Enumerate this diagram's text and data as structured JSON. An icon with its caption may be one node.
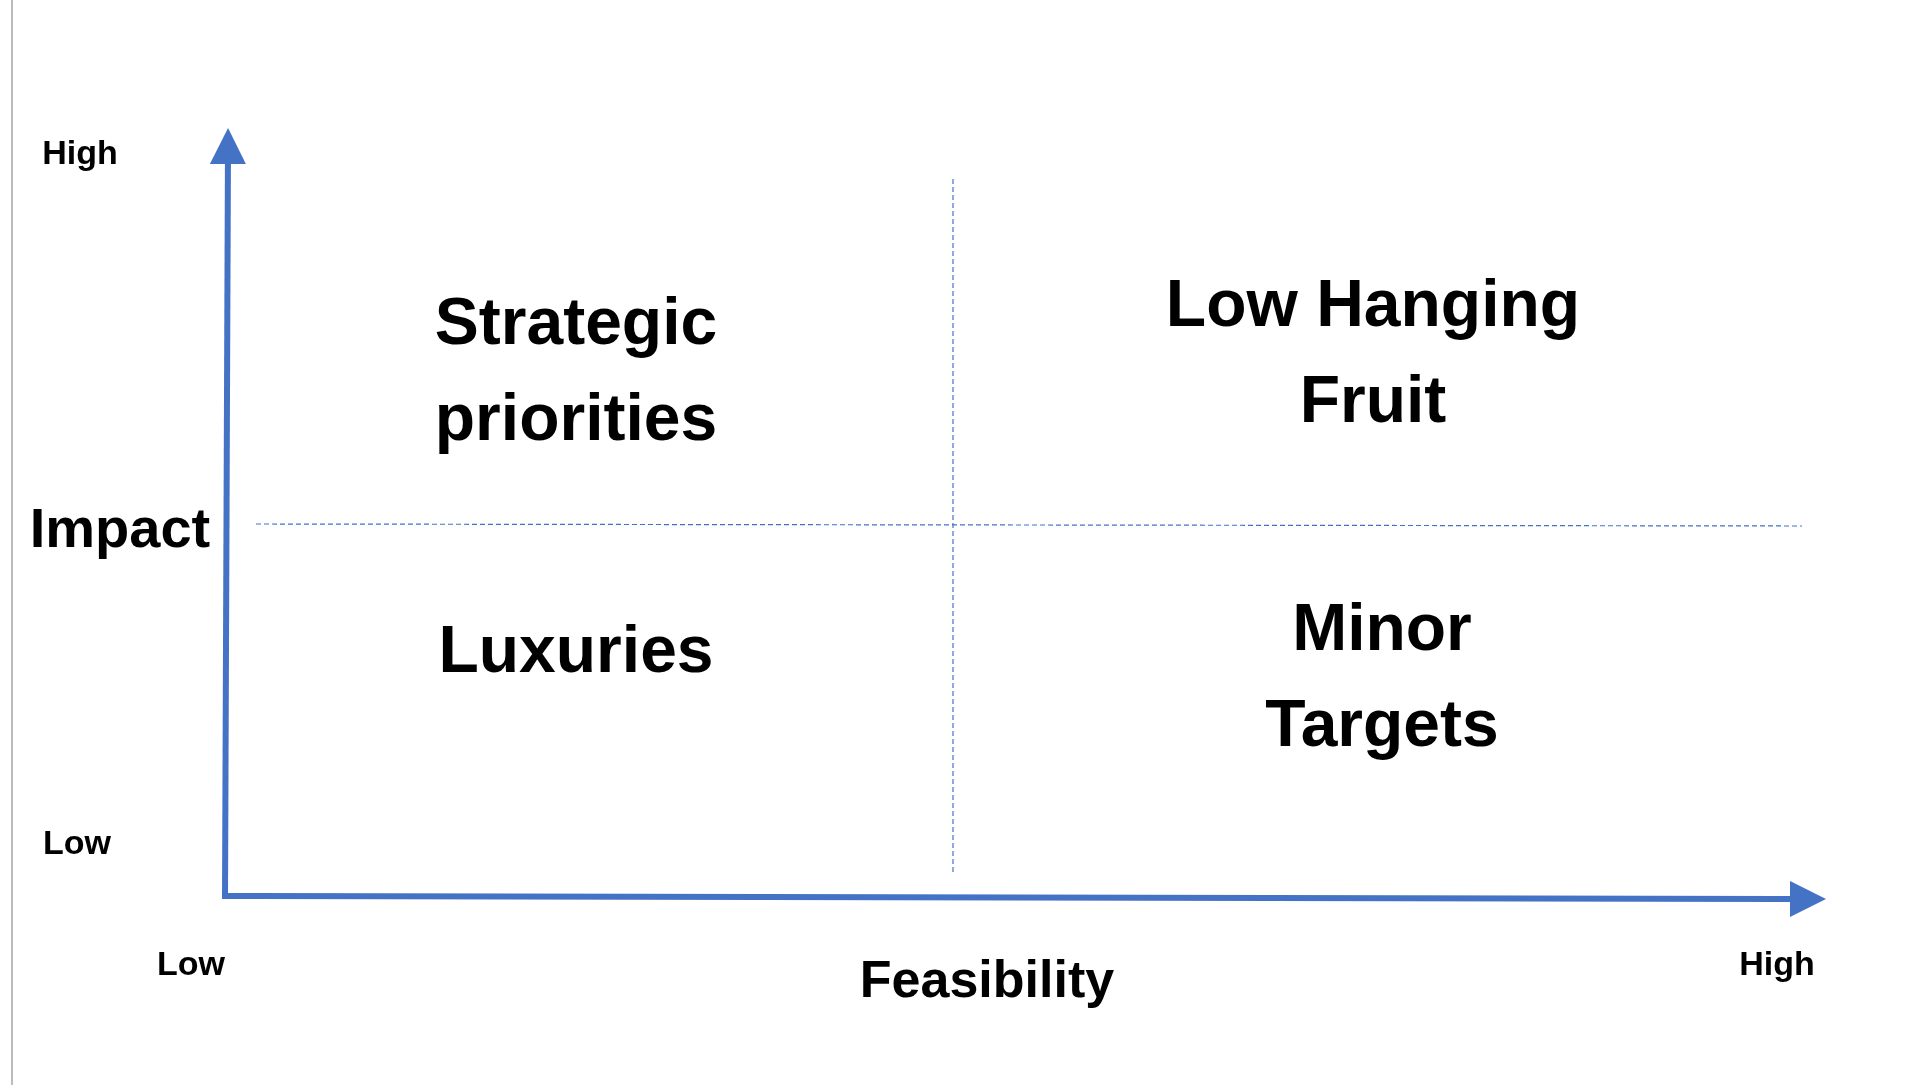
{
  "diagram": {
    "labels": [
      "High",
      "Impact",
      "Low",
      "Strategic priorities",
      "Low Hanging Fruit",
      "Luxuries",
      "Minor Targets",
      "Low",
      "Feasibility",
      "High"
    ]
  }
}
